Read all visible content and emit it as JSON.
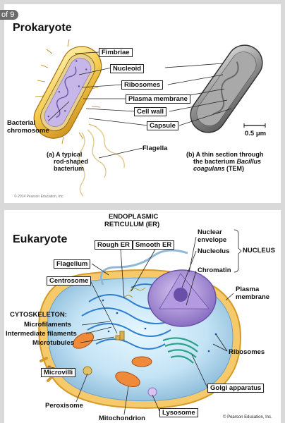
{
  "page_badge": "of 9",
  "prokaryote": {
    "title": "Prokaryote",
    "labels": {
      "fimbriae": "Fimbriae",
      "nucleoid": "Nucleoid",
      "ribosomes": "Ribosomes",
      "plasma_membrane": "Plasma membrane",
      "cell_wall": "Cell wall",
      "capsule": "Capsule",
      "flagella": "Flagella",
      "bacterial_chromosome_1": "Bacterial",
      "bacterial_chromosome_2": "chromosome",
      "scale_bar": "0.5 μm"
    },
    "caption_a": [
      "(a) A typical",
      "rod-shaped",
      "bacterium"
    ],
    "caption_b_1": "(b) A thin section through",
    "caption_b_2_plain": "the bacterium ",
    "caption_b_2_italic": "Bacillus",
    "caption_b_3_italic": "coagulans",
    "caption_b_3_plain": " (TEM)",
    "copyright": "© 2014 Pearson Education, Inc."
  },
  "eukaryote": {
    "title": "Eukaryote",
    "labels": {
      "er_1": "ENDOPLASMIC",
      "er_2": "RETICULUM (ER)",
      "rough_er": "Rough ER",
      "smooth_er": "Smooth ER",
      "nuclear_envelope_1": "Nuclear",
      "nuclear_envelope_2": "envelope",
      "nucleolus": "Nucleolus",
      "nucleus": "NUCLEUS",
      "chromatin": "Chromatin",
      "flagellum": "Flagellum",
      "centrosome": "Centrosome",
      "plasma_membrane_1": "Plasma",
      "plasma_membrane_2": "membrane",
      "cytoskeleton": "CYTOSKELETON:",
      "microfilaments": "Microfilaments",
      "intermediate_filaments": "Intermediate filaments",
      "microtubules": "Microtubules",
      "ribosomes": "Ribosomes",
      "microvilli": "Microvilli",
      "golgi": "Golgi apparatus",
      "peroxisome": "Peroxisome",
      "lysosome": "Lysosome",
      "mitochondrion": "Mitochondrion"
    },
    "copyright": "© Pearson Education, Inc."
  }
}
